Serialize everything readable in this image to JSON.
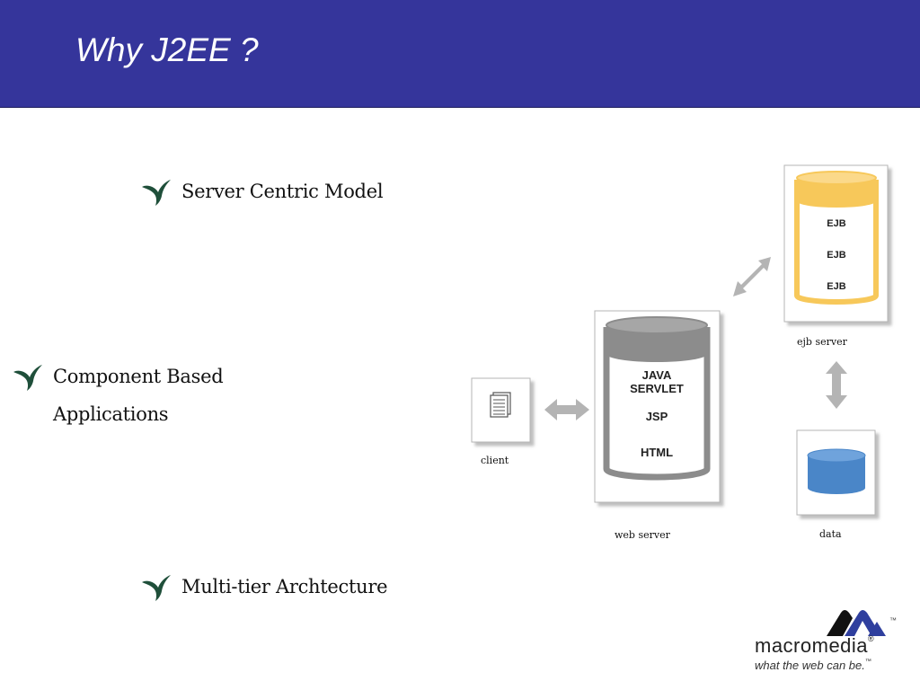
{
  "slide": {
    "title": "Why J2EE ?",
    "header_color": "#35359b"
  },
  "bullets": [
    {
      "text": "Server Centric Model"
    },
    {
      "text_line1": "Component Based",
      "text_line2": "Applications"
    },
    {
      "text": "Multi-tier Archtecture"
    }
  ],
  "bullet_icon": "green-swirl-bullet-icon",
  "diagram": {
    "client": {
      "label": "client",
      "icon": "document-icon"
    },
    "web_server": {
      "label": "web server",
      "lines": [
        "JAVA",
        "SERVLET",
        "JSP",
        "HTML"
      ],
      "color": "#8c8c8c"
    },
    "ejb_server": {
      "label": "ejb server",
      "lines": [
        "EJB",
        "EJB",
        "EJB"
      ],
      "color": "#f7c85a"
    },
    "data": {
      "label": "data",
      "color": "#4a86c8"
    }
  },
  "logo": {
    "brand": "macromedia",
    "registered": "®",
    "trademark": "™",
    "tagline": "what the web can be.",
    "tagline_tm": "™"
  }
}
